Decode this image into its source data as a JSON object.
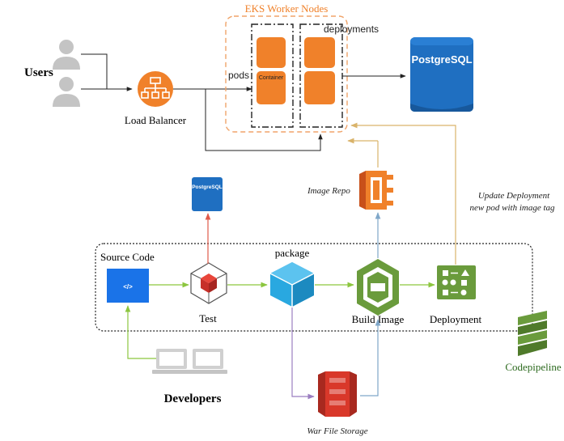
{
  "users": {
    "label": "Users"
  },
  "load_balancer": {
    "label": "Load Balancer"
  },
  "eks": {
    "title": "EKS Worker Nodes",
    "pods_label": "pods",
    "deployments_label": "deployments",
    "container_label": "Container"
  },
  "postgres_main": {
    "label": "PostgreSQL"
  },
  "postgres_small": {
    "label": "PostgreSQL"
  },
  "image_repo": {
    "label": "Image Repo"
  },
  "update_deployment": {
    "line1": "Update Deployment",
    "line2": "new pod with image tag"
  },
  "pipeline": {
    "source_code": "Source Code",
    "source_code_glyph": "</>",
    "test": "Test",
    "package": "package",
    "build_image": "Build Image",
    "deployment": "Deployment"
  },
  "codepipeline": {
    "label": "Codepipeline"
  },
  "developers": {
    "label": "Developers"
  },
  "war_storage": {
    "label": "War File Storage"
  },
  "colors": {
    "orange": "#f0812a",
    "eks_border": "#f0a46a",
    "postgres_blue": "#1f6fc1",
    "source_blue": "#1a73e8",
    "green": "#6a9b3c",
    "package_blue": "#29a8e0",
    "red": "#d9382a",
    "codepipeline_green": "#2d6a1f",
    "gray": "#c8c8c8",
    "arrow_green": "#8cc63f",
    "arrow_red": "#e05a4a",
    "arrow_purple": "#9b7ec0",
    "arrow_blue": "#7fa7c9",
    "arrow_gold": "#d9b36a"
  },
  "icons": [
    "user-icon",
    "load-balancer-icon",
    "postgresql-icon",
    "ecr-icon",
    "code-icon",
    "test-cube-icon",
    "package-icon",
    "build-icon",
    "deployment-icon",
    "codepipeline-icon",
    "laptop-icon",
    "s3-icon"
  ]
}
